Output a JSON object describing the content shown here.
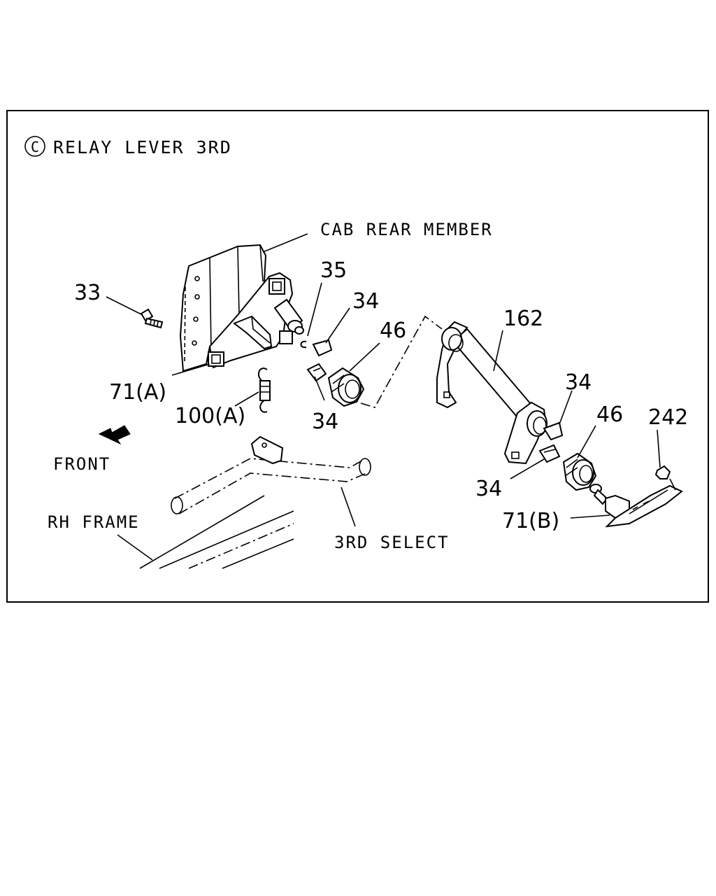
{
  "title": {
    "symbol": "C",
    "text": "RELAY LEVER 3RD"
  },
  "labels": {
    "cab_rear_member": "CAB REAR MEMBER",
    "front": "FRONT",
    "rh_frame": "RH FRAME",
    "third_select": "3RD SELECT"
  },
  "callouts": {
    "p33": "33",
    "p35": "35",
    "p34_a": "34",
    "p46_a": "46",
    "p34_b": "34",
    "p71a": "71(A)",
    "p100a": "100(A)",
    "p162": "162",
    "p34_c": "34",
    "p46_b": "46",
    "p242": "242",
    "p34_d": "34",
    "p71b": "71(B)"
  },
  "icons": {
    "front_arrow": "front-direction-arrow-icon"
  }
}
